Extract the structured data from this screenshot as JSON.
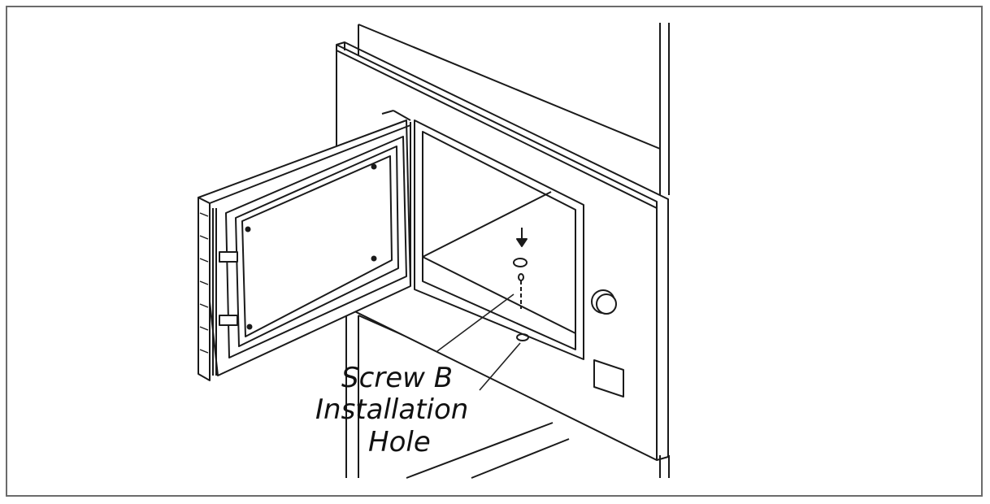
{
  "labels": {
    "line1": "Screw B",
    "line2": "Installation",
    "line3": "Hole"
  },
  "colors": {
    "ink": "#111111",
    "frame": "#6b6b6b",
    "background": "#ffffff"
  }
}
